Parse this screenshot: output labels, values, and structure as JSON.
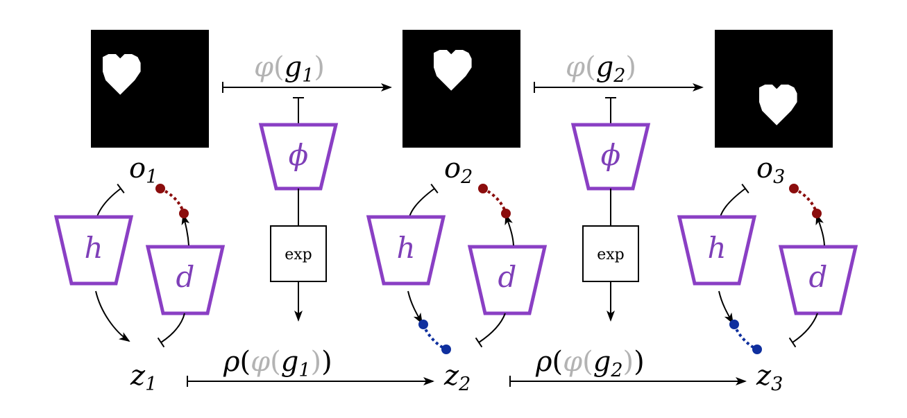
{
  "colors": {
    "encoder_stroke": "#8a3fc4",
    "encoder_label": "#7e3fb8",
    "label_gray": "#b3b3b3",
    "decode_dot": "#8b0d0d",
    "encode_dot": "#0f2f9e",
    "image_bg": "#000000",
    "heart": "#ffffff"
  },
  "icons": {
    "observation": "heart-image",
    "dot": "circle"
  },
  "observations": [
    {
      "name": "o",
      "sub": "1"
    },
    {
      "name": "o",
      "sub": "2"
    },
    {
      "name": "o",
      "sub": "3"
    }
  ],
  "latents": [
    {
      "name": "z",
      "sub": "1"
    },
    {
      "name": "z",
      "sub": "2"
    },
    {
      "name": "z",
      "sub": "3"
    }
  ],
  "encoder_h": "h",
  "decoder_d": "d",
  "phi_net": "ϕ",
  "exp_box": "exp",
  "top_arrows": [
    {
      "fn": "φ",
      "g": "g",
      "sub": "1"
    },
    {
      "fn": "φ",
      "g": "g",
      "sub": "2"
    }
  ],
  "bottom_arrows": [
    {
      "rho": "ρ",
      "fn": "φ",
      "g": "g",
      "sub": "1"
    },
    {
      "rho": "ρ",
      "fn": "φ",
      "g": "g",
      "sub": "2"
    }
  ]
}
